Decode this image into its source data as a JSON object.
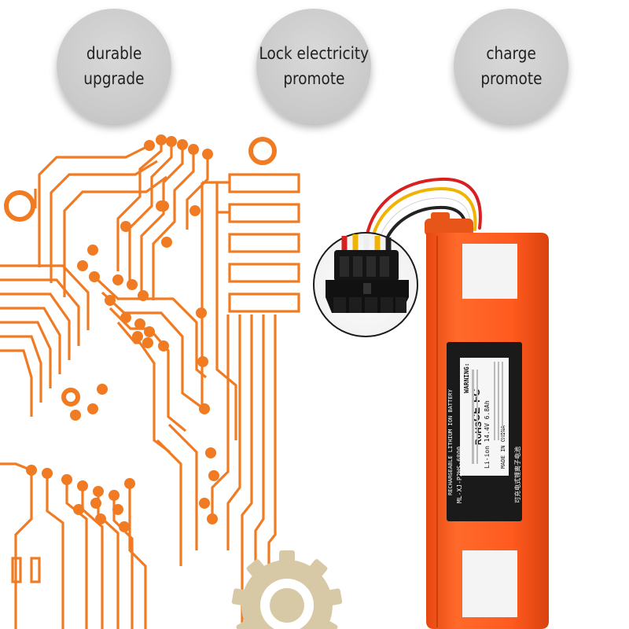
{
  "features": [
    {
      "line1": "durable",
      "line2": "upgrade"
    },
    {
      "line1": "Lock electricity",
      "line2": "promote"
    },
    {
      "line1": "charge",
      "line2": "promote"
    }
  ],
  "battery_label": {
    "model": "ML-XJ-P2HS-6800",
    "type": "RECHARGEABLE LITHIUM ION BATTERY",
    "chinese_title": "可充电式锂离子电池",
    "spec": "Li-ion 14.4V 6.8Ah",
    "warning": "WARNING:",
    "origin": "MADE IN CHINA",
    "rohs": "RoHS",
    "ce": "CE",
    "fcc": "FC"
  },
  "colors": {
    "circuit": "#f07b22",
    "battery": "#ff5a1f",
    "circle_bg": "#cfcfcf",
    "gear": "#d8c9a6",
    "label_bg": "#1a1a1a"
  }
}
